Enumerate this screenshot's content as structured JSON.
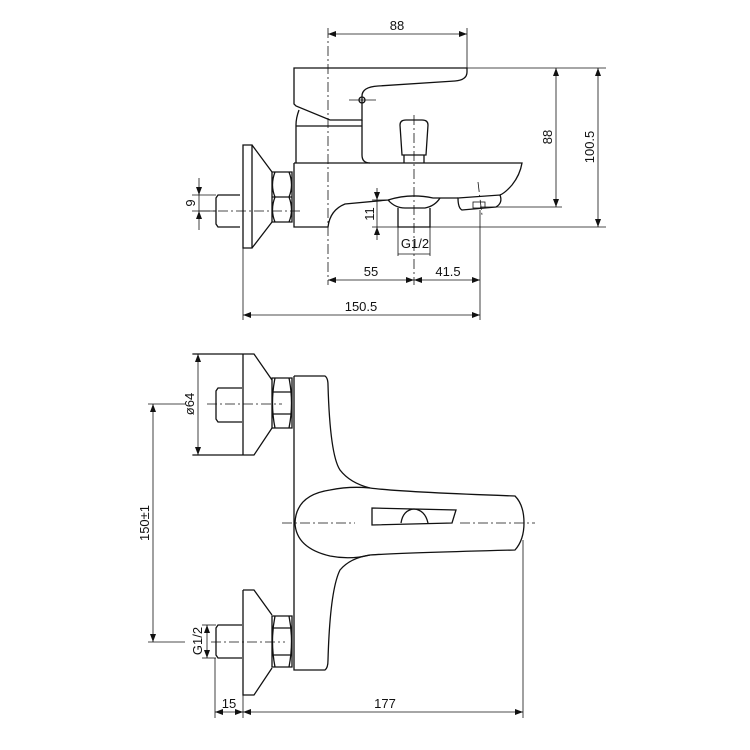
{
  "title": "Bath mixer dimension drawing",
  "side_view": {
    "dims": {
      "lever_reach": "88",
      "height_outlet": "88",
      "total_height": "100.5",
      "inlet_thread": "9",
      "outlet_height": "11",
      "outlet_thread": "G1/2",
      "to_outlet": "55",
      "outlet_to_aerator": "41.5",
      "total_depth": "150.5"
    }
  },
  "front_view": {
    "dims": {
      "flange_diameter": "ø64",
      "centers": "150±1",
      "inlet_thread": "G1/2",
      "wall_offset": "15",
      "projection": "177"
    }
  }
}
